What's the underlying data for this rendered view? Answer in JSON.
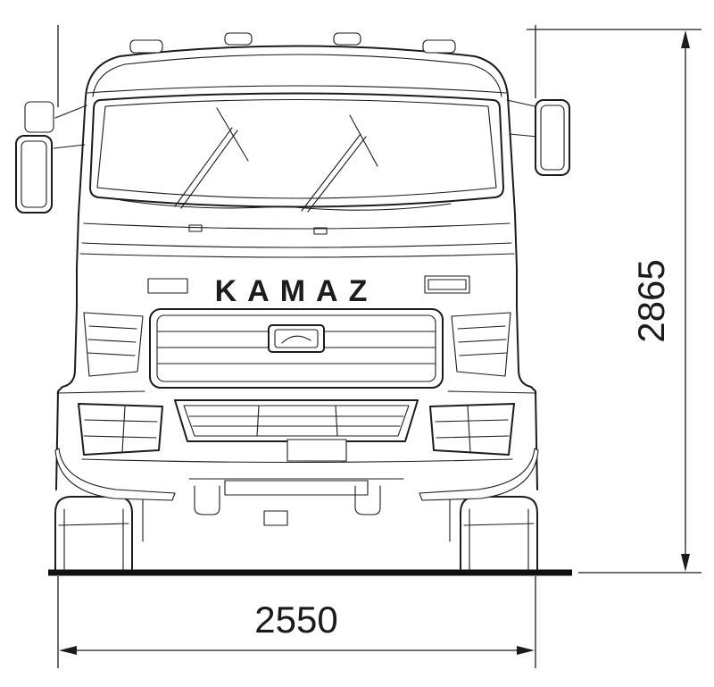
{
  "diagram": {
    "type": "technical-drawing",
    "subject": "KAMAZ truck cab, front view dimensional drawing",
    "logo_text": "KAMAZ",
    "dimensions": {
      "height": {
        "value": "2865",
        "orientation": "vertical",
        "position": "right"
      },
      "width": {
        "value": "2550",
        "orientation": "horizontal",
        "position": "bottom"
      }
    },
    "colors": {
      "line": "#1c1c1c",
      "background": "#ffffff"
    }
  }
}
